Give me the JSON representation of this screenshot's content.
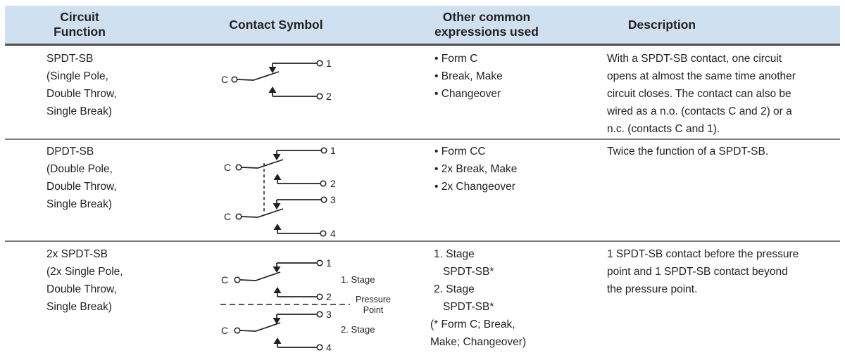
{
  "colors": {
    "header_bg": "#cfe0f1",
    "text": "#231f20",
    "rule_dark": "#4e4f52",
    "rule_gray": "#7b7c7f"
  },
  "table": {
    "headers": [
      "Circuit\nFunction",
      "Contact Symbol",
      "Other common\nexpressions used",
      "Description"
    ],
    "rows": [
      {
        "function": "SPDT-SB\n(Single Pole,\nDouble Throw,\nSingle Break)",
        "expressions": [
          "• Form C",
          "• Break, Make",
          "• Changeover"
        ],
        "description": "With a SPDT-SB contact, one circuit\nopens at almost the same time another\ncircuit closes. The contact can also be\nwired as a n.o. (contacts C and 2) or a\nn.c. (contacts C and 1).",
        "symbol": {
          "pole": "C",
          "t1": "1",
          "t2": "2"
        }
      },
      {
        "function": "DPDT-SB\n(Double Pole,\nDouble Throw,\nSingle Break)",
        "expressions": [
          "• Form CC",
          "• 2x Break, Make",
          "• 2x Changeover"
        ],
        "description": "Twice the function of a SPDT-SB.",
        "symbol": {
          "pole1": "C",
          "pole2": "C",
          "t1": "1",
          "t2": "2",
          "t3": "3",
          "t4": "4"
        }
      },
      {
        "function": "2x SPDT-SB\n(2x Single Pole,\nDouble Throw,\nSingle Break)",
        "expressions": [
          "1. Stage",
          "SPDT-SB*",
          "2. Stage",
          "SPDT-SB*",
          "(* Form C; Break,",
          "Make; Changeover)"
        ],
        "description": "1 SPDT-SB contact before the pressure\npoint and 1 SPDT-SB contact beyond\nthe pressure point.",
        "symbol": {
          "pole1": "C",
          "pole2": "C",
          "t1": "1",
          "t2": "2",
          "t3": "3",
          "t4": "4",
          "stage1": "1. Stage",
          "stage2": "2. Stage",
          "pressure1": "Pressure",
          "pressure2": "Point"
        }
      }
    ]
  }
}
